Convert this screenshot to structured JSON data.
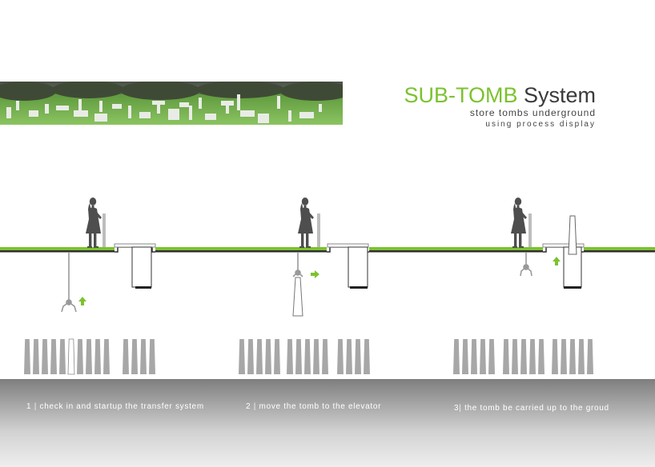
{
  "header": {
    "title_accent": "SUB-TOMB",
    "title_rest": " System",
    "subtitle": "store tombs underground",
    "subtitle2": "using process display"
  },
  "colors": {
    "accent": "#7cc22f",
    "ground": "#7cc22f",
    "tomb": "#a7a7a7",
    "footer": "#7e7e7e"
  },
  "steps": [
    {
      "number": "1",
      "separator": "|",
      "text": "check in and startup the transfer system"
    },
    {
      "number": "2",
      "separator": "|",
      "text": "move the tomb to the elevator"
    },
    {
      "number": "3",
      "separator": "|",
      "text": "the tomb be carried up to the groud"
    }
  ]
}
